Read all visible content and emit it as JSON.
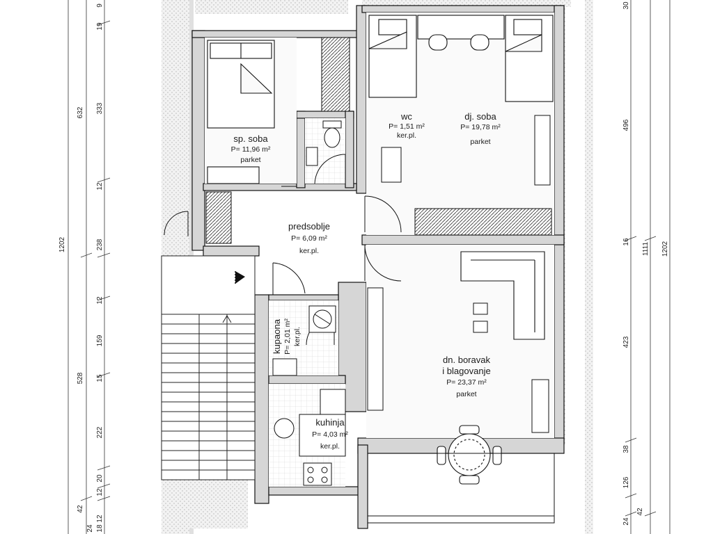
{
  "rooms": {
    "sp_soba": {
      "name": "sp. soba",
      "area": "P= 11,96 m²",
      "floor": "parket"
    },
    "wc": {
      "name": "wc",
      "area": "P= 1,51 m²",
      "floor": "ker.pl."
    },
    "dj_soba": {
      "name": "dj. soba",
      "area": "P= 19,78 m²",
      "floor": "parket"
    },
    "predsoblje": {
      "name": "predsoblje",
      "area": "P= 6,09 m²",
      "floor": "ker.pl."
    },
    "kupaona": {
      "name": "kupaona",
      "area": "P= 2,01 m²",
      "floor": "ker.pl."
    },
    "boravak": {
      "name1": "dn. boravak",
      "name2": "i blagovanje",
      "area": "P= 23,37 m²",
      "floor": "parket"
    },
    "kuhinja": {
      "name": "kuhinja",
      "area": "P= 4,03 m²",
      "floor": "ker.pl."
    }
  },
  "dims_left_outer": {
    "top": "632",
    "middle": "1202",
    "bottom": "528"
  },
  "dims_left_inner": [
    "19",
    "9",
    "333",
    "12",
    "238",
    "12",
    "159",
    "15",
    "222",
    "20",
    "12",
    "12",
    "42",
    "24",
    "18"
  ],
  "dims_right_inner": [
    "30",
    "496",
    "16",
    "423",
    "38",
    "126",
    "24",
    "42"
  ],
  "dims_right_outer": [
    "1111",
    "1202"
  ]
}
